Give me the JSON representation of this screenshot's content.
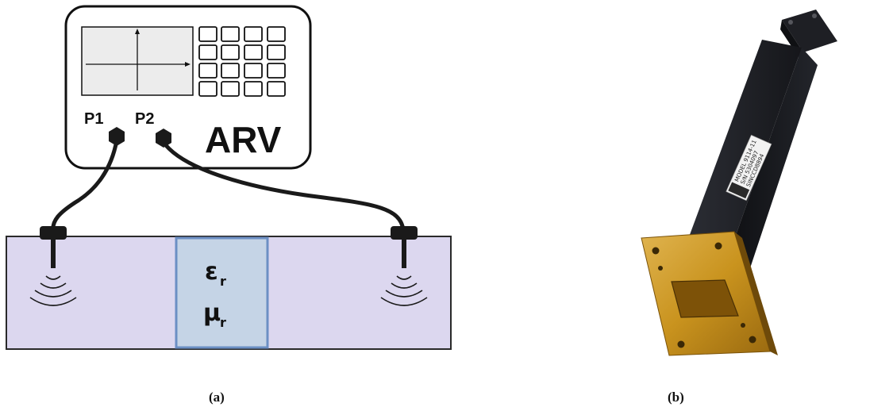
{
  "panel_a": {
    "analyzer_label": "ARV",
    "port1_label": "P1",
    "port2_label": "P2",
    "permittivity_symbol": "ε",
    "permittivity_subscript": "r",
    "permeability_symbol": "μ",
    "permeability_subscript": "r",
    "caption": "(a)"
  },
  "panel_b": {
    "plate_lines": [
      "MODEL 9114-11",
      "S/N 5304097",
      "SINCCD8894"
    ],
    "caption": "(b)"
  },
  "colors": {
    "waveguide_fill": "#dcd7ef",
    "sample_fill": "#c5d4e6",
    "sample_border": "#6c8fc4",
    "cable": "#1a1a1a",
    "flange_gold": "#c9931e",
    "waveguide_body": "#1c1d22"
  }
}
